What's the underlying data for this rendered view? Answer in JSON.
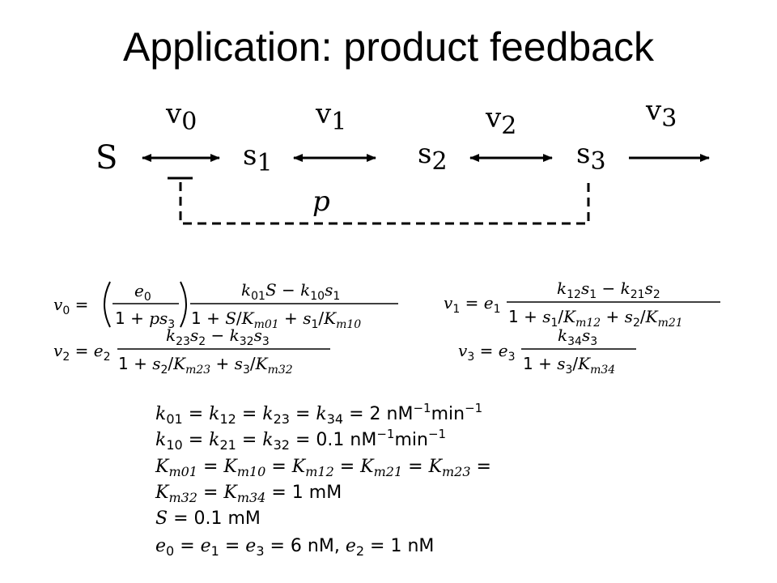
{
  "slide": {
    "title": "Application: product feedback"
  },
  "pathway": {
    "nodes": [
      {
        "base": "S",
        "sub": ""
      },
      {
        "base": "s",
        "sub": "1"
      },
      {
        "base": "s",
        "sub": "2"
      },
      {
        "base": "s",
        "sub": "3"
      }
    ],
    "reactions": [
      {
        "base": "v",
        "sub": "0"
      },
      {
        "base": "v",
        "sub": "1"
      },
      {
        "base": "v",
        "sub": "2"
      },
      {
        "base": "v",
        "sub": "3"
      }
    ],
    "feedback_label": "p"
  },
  "equations": {
    "v0": {
      "lhs": "v",
      "lhs_sub": "0",
      "frac1_num": "e",
      "frac1_num_sub": "0",
      "frac1_den_a": "1 + ",
      "frac1_den_b": "ps",
      "frac1_den_sub": "3",
      "num": {
        "k1": "01",
        "s1": "S",
        "k2": "10",
        "s2": "s",
        "s2_sub": "1"
      },
      "den": {
        "s1": "S",
        "km1": "m01",
        "s2": "s",
        "s2_sub": "1",
        "km2": "m10"
      }
    },
    "v1": {
      "lhs": "v",
      "lhs_sub": "1",
      "e": "e",
      "e_sub": "1",
      "num": {
        "k1": "12",
        "s1_sub": "1",
        "k2": "21",
        "s2_sub": "2"
      },
      "den": {
        "s1_sub": "1",
        "km1": "m12",
        "s2_sub": "2",
        "km2": "m21"
      }
    },
    "v2": {
      "lhs": "v",
      "lhs_sub": "2",
      "e": "e",
      "e_sub": "2",
      "num": {
        "k1": "23",
        "s1_sub": "2",
        "k2": "32",
        "s2_sub": "3"
      },
      "den": {
        "s1_sub": "2",
        "km1": "m23",
        "s2_sub": "3",
        "km2": "m32"
      }
    },
    "v3": {
      "lhs": "v",
      "lhs_sub": "3",
      "e": "e",
      "e_sub": "3",
      "num": {
        "k1": "34",
        "s1_sub": "3"
      },
      "den": {
        "s1_sub": "3",
        "km1": "m34"
      }
    }
  },
  "parameters": {
    "line1": {
      "subs": [
        "01",
        "12",
        "23",
        "34"
      ],
      "value": "2",
      "unit_a": "nM",
      "exp_a": "−1",
      "unit_b": "min",
      "exp_b": "−1"
    },
    "line2": {
      "subs": [
        "10",
        "21",
        "32"
      ],
      "value": "0.1",
      "unit_a": "nM",
      "exp_a": "−1",
      "unit_b": "min",
      "exp_b": "−1"
    },
    "line3": {
      "subs": [
        "m01",
        "m10",
        "m12",
        "m21",
        "m23"
      ]
    },
    "line4": {
      "subs": [
        "m32",
        "m34"
      ],
      "value": "1",
      "unit": "mM"
    },
    "line5": {
      "var": "S",
      "value": "0.1",
      "unit": "mM"
    },
    "line6": {
      "subs": [
        "0",
        "1",
        "3"
      ],
      "value": "6",
      "unit": "nM,",
      "sub2": "2",
      "value2": "1",
      "unit2": "nM"
    }
  }
}
